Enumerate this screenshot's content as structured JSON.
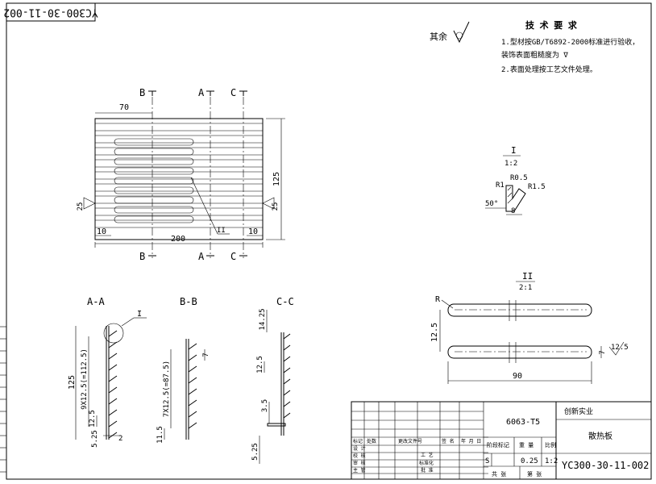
{
  "drawing_number": "YC300-30-11-002",
  "drawing_number_rotated": "YC300-30-11-002",
  "general_surface_note": {
    "label": "其余",
    "roughness": "∇"
  },
  "tech_requirements": {
    "title": "技 术 要 求",
    "lines": [
      "1.型材按GB/T6892-2000标准进行验收，",
      "  装饰表面粗糙度为 ∇",
      "2.表面处理按工艺文件处理。"
    ]
  },
  "plan_view": {
    "section_markers": {
      "b": "B",
      "a": "A",
      "c": "C"
    },
    "dims": {
      "top_offset": "70",
      "height": "125",
      "bottom_width": "200",
      "left_margin": "10",
      "right_margin": "10",
      "roughness_left": "25",
      "roughness_right": "25"
    },
    "detail_callout": "II"
  },
  "detail_I": {
    "label": "I",
    "scale": "1:2",
    "dims": {
      "r1": "R1",
      "r05": "R0.5",
      "r15": "R1.5",
      "angle": "50°",
      "depth": "8"
    }
  },
  "detail_II": {
    "label": "II",
    "scale": "2:1",
    "dims": {
      "radius": "R",
      "spacing": "12.5",
      "length": "90",
      "thickness": "7",
      "roughness": "12.5"
    }
  },
  "section_AA": {
    "title": "A-A",
    "detail_ref": "I",
    "dims": {
      "height": "125",
      "pitch_total": "9X12.5(=112.5)",
      "pitch": "12.5",
      "bottom": "5.25",
      "thickness": "2"
    }
  },
  "section_BB": {
    "title": "B-B",
    "dims": {
      "pitch_total": "7X12.5(=87.5)",
      "bottom": "11.5",
      "fin": "7"
    }
  },
  "section_CC": {
    "title": "C-C",
    "dims": {
      "top": "14.25",
      "pitch": "12.5",
      "offset": "3.5",
      "bottom": "5.25"
    }
  },
  "title_block": {
    "material": "6063-T5",
    "company": "创新实业",
    "part_name": "散热板",
    "stage_label": "阶段标记",
    "weight_label": "重 量",
    "scale_label": "比例",
    "stage_mark": "S",
    "weight": "0.25",
    "scale": "1:2",
    "sheet_label": "共 张",
    "sheet_of_label": "第 张",
    "rows": [
      {
        "c1": "标记",
        "c2": "处数",
        "c3": "更改文件号",
        "c4": "签 名",
        "c5": "年 月 日"
      },
      {
        "c1": "设 计",
        "c2": "",
        "c3": "",
        "c4": "工 艺",
        "c5": ""
      },
      {
        "c1": "校 核",
        "c2": "",
        "c3": "",
        "c4": "标准化",
        "c5": ""
      },
      {
        "c1": "审 核",
        "c2": "",
        "c3": "",
        "c4": "批 准",
        "c5": ""
      },
      {
        "c1": "主 管",
        "c2": "",
        "c3": "",
        "c4": "",
        "c5": ""
      }
    ]
  }
}
